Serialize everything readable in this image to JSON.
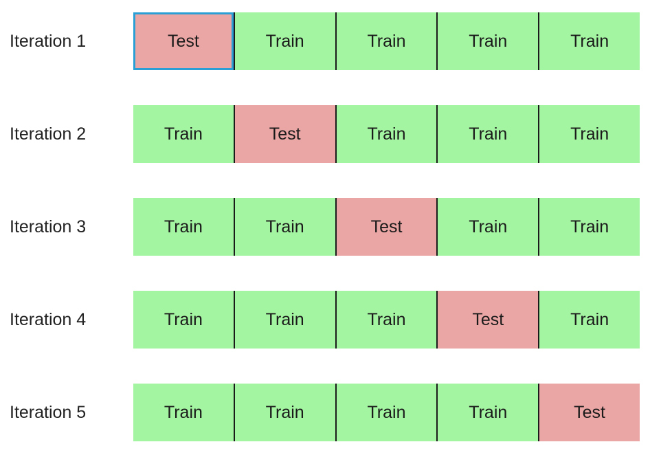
{
  "colors": {
    "train": "#a4f5a2",
    "test": "#eaa6a4",
    "divider": "#1a1a1a",
    "selection": "#2a9fd6"
  },
  "iterations": [
    {
      "label": "Iteration 1",
      "folds": [
        "Test",
        "Train",
        "Train",
        "Train",
        "Train"
      ]
    },
    {
      "label": "Iteration 2",
      "folds": [
        "Train",
        "Test",
        "Train",
        "Train",
        "Train"
      ]
    },
    {
      "label": "Iteration 3",
      "folds": [
        "Train",
        "Train",
        "Test",
        "Train",
        "Train"
      ]
    },
    {
      "label": "Iteration 4",
      "folds": [
        "Train",
        "Train",
        "Train",
        "Test",
        "Train"
      ]
    },
    {
      "label": "Iteration 5",
      "folds": [
        "Train",
        "Train",
        "Train",
        "Train",
        "Test"
      ]
    }
  ]
}
